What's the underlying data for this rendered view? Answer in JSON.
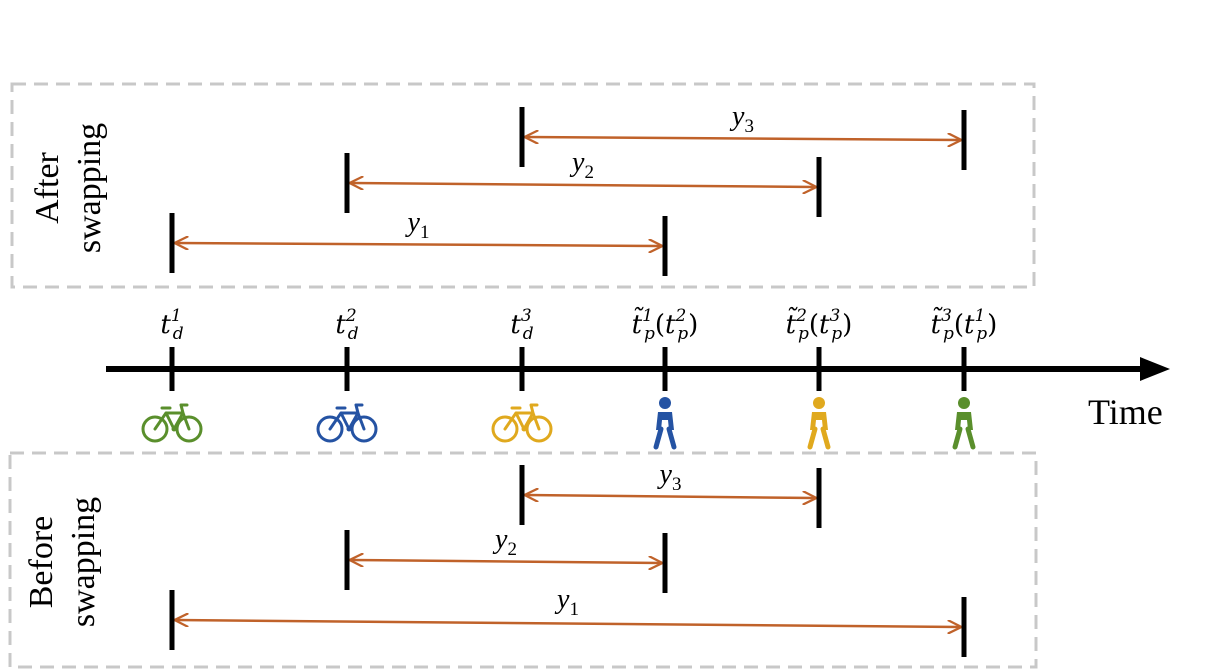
{
  "diagram": {
    "axis_title": "Time",
    "panels": {
      "after": {
        "label_line1": "After",
        "label_line2": "swapping"
      },
      "before": {
        "label_line1": "Before",
        "label_line2": "swapping"
      }
    },
    "ticks": [
      {
        "tilde": false,
        "base": "t",
        "sup": "1",
        "sub": "d",
        "paren": null,
        "icon": "bicycle-icon",
        "color": "#5a8f2c"
      },
      {
        "tilde": false,
        "base": "t",
        "sup": "2",
        "sub": "d",
        "paren": null,
        "icon": "bicycle-icon",
        "color": "#2553a3"
      },
      {
        "tilde": false,
        "base": "t",
        "sup": "3",
        "sub": "d",
        "paren": null,
        "icon": "bicycle-icon",
        "color": "#e0a91e"
      },
      {
        "tilde": true,
        "base": "t",
        "sup": "1",
        "sub": "p",
        "paren": {
          "base": "t",
          "sup": "2",
          "sub": "p"
        },
        "icon": "pedestrian-icon",
        "color": "#2553a3"
      },
      {
        "tilde": true,
        "base": "t",
        "sup": "2",
        "sub": "p",
        "paren": {
          "base": "t",
          "sup": "3",
          "sub": "p"
        },
        "icon": "pedestrian-icon",
        "color": "#e0a91e"
      },
      {
        "tilde": true,
        "base": "t",
        "sup": "3",
        "sub": "p",
        "paren": {
          "base": "t",
          "sup": "1",
          "sub": "p"
        },
        "icon": "pedestrian-icon",
        "color": "#5a8f2c"
      }
    ],
    "after_intervals": [
      {
        "label": "y",
        "sub": "3",
        "from_tick": 2,
        "to_tick": 5
      },
      {
        "label": "y",
        "sub": "2",
        "from_tick": 1,
        "to_tick": 4
      },
      {
        "label": "y",
        "sub": "1",
        "from_tick": 0,
        "to_tick": 3
      }
    ],
    "before_intervals": [
      {
        "label": "y",
        "sub": "3",
        "from_tick": 2,
        "to_tick": 4
      },
      {
        "label": "y",
        "sub": "2",
        "from_tick": 1,
        "to_tick": 3
      },
      {
        "label": "y",
        "sub": "1",
        "from_tick": 0,
        "to_tick": 5
      }
    ],
    "colors": {
      "arrow": "#c0622a",
      "axis": "#000000",
      "panel_border": "#c8c8c8"
    }
  }
}
